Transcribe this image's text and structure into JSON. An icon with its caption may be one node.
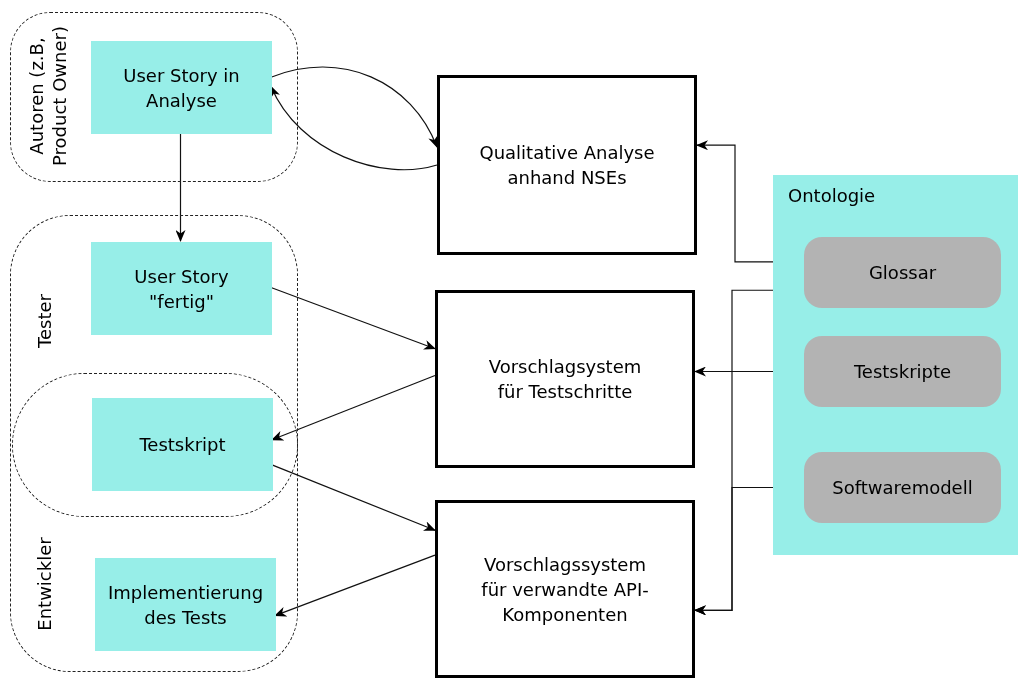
{
  "diagram": {
    "nodes": [
      {
        "text": [
          "Autoren (z.B, Product Owner)"
        ]
      },
      {
        "text": [
          "User Story in Analyse"
        ],
        "in": 0
      },
      {
        "text": [
          "Qualitative Analyse anhand NSEs"
        ]
      },
      {
        "text": [
          "Ontologie"
        ]
      },
      {
        "text": [
          "Glossar"
        ],
        "in": 3
      },
      {
        "text": [
          "Tester",
          "Entwickler"
        ]
      },
      {
        "text": [
          "User Story \"fertig\""
        ],
        "in": 5
      },
      {
        "text": [
          "Vorschlagsystem für Testschritte"
        ]
      },
      {
        "text": [
          "Testskripte"
        ],
        "in": 3
      },
      {
        "text": [
          "Testskript"
        ],
        "in": 5
      },
      {
        "text": [
          "Softwaremodell"
        ],
        "in": 3
      },
      {
        "text": [
          "Implementierung des Tests"
        ],
        "in": 5
      },
      {
        "text": [
          "Vorschlagssystem für verwandte API-Komponenten"
        ]
      }
    ],
    "edges": [
      {
        "from": 1,
        "to": 2,
        "arrow": "to"
      },
      {
        "from": 2,
        "to": 1,
        "arrow": "to"
      },
      {
        "from": 1,
        "to": 6,
        "arrow": "to"
      },
      {
        "from": 6,
        "to": 7,
        "arrow": "to"
      },
      {
        "from": 7,
        "to": 9,
        "arrow": "to"
      },
      {
        "from": 9,
        "to": 12,
        "arrow": "to"
      },
      {
        "from": 12,
        "to": 11,
        "arrow": "to"
      },
      {
        "from": 4,
        "to": 2,
        "arrow": "both"
      },
      {
        "from": 8,
        "to": 7,
        "arrow": "to"
      },
      {
        "from": 4,
        "to": 12,
        "arrow": "to"
      },
      {
        "from": 10,
        "to": 12,
        "arrow": "to"
      }
    ]
  }
}
